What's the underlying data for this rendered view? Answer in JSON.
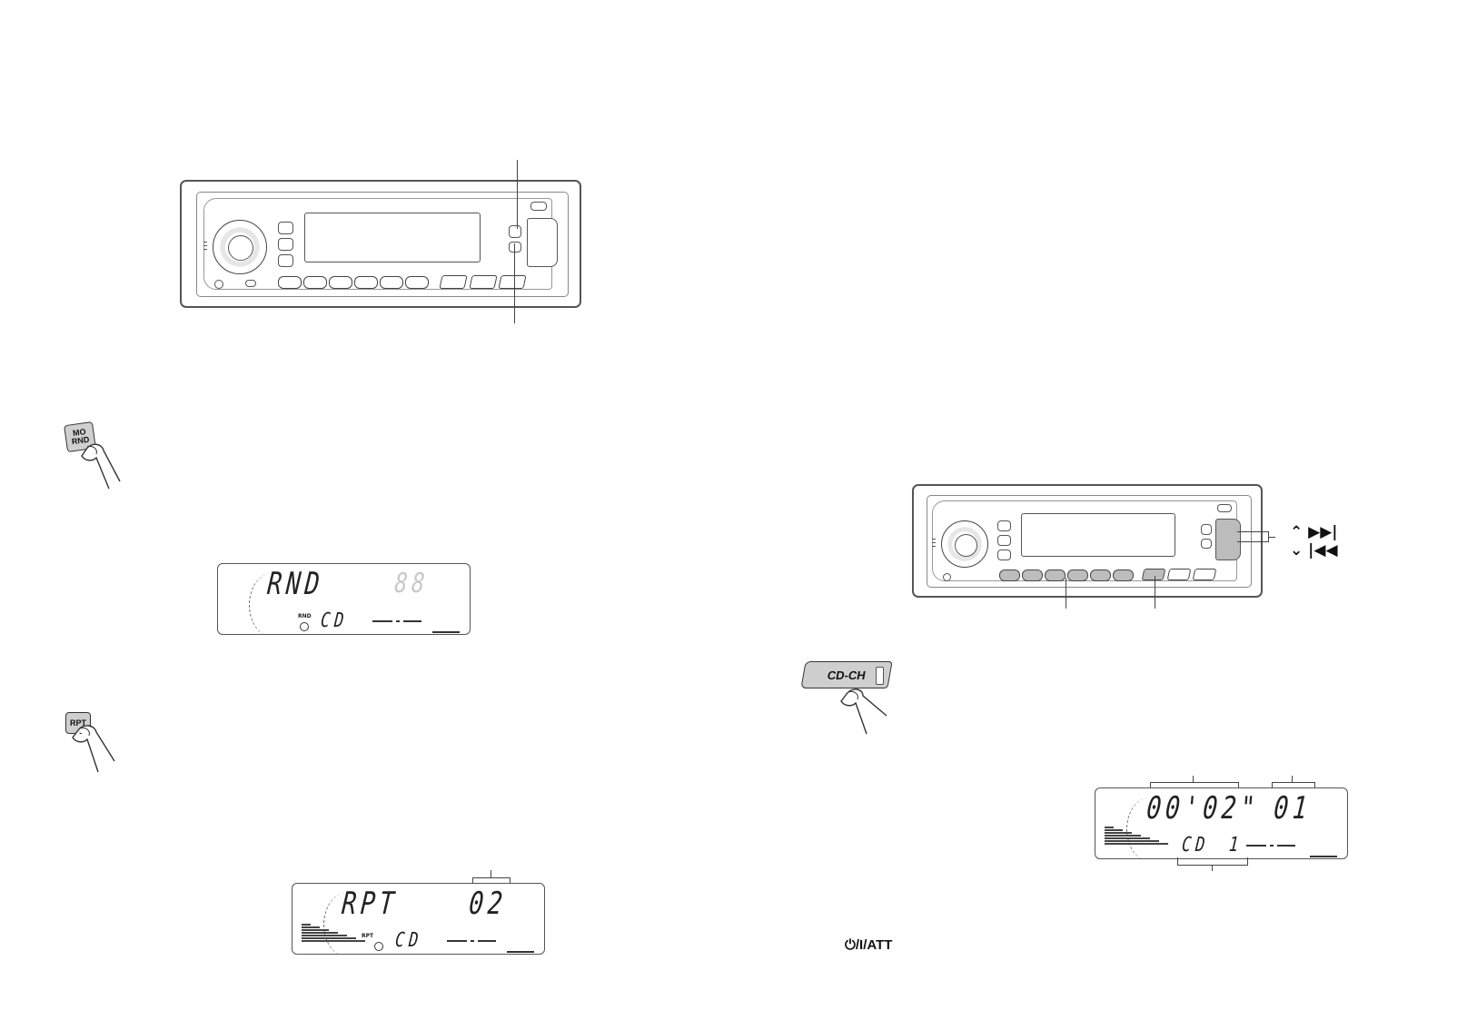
{
  "buttons": {
    "mo_rnd_top": "MO",
    "mo_rnd_bottom": "RND",
    "rpt": "RPT",
    "cd_ch": "CD-CH"
  },
  "displays": {
    "rnd": {
      "main": "RND",
      "ghost": "88",
      "tiny": "RND",
      "source": "CD"
    },
    "rpt": {
      "main": "RPT",
      "track": "02",
      "tiny": "RPT",
      "source": "CD"
    },
    "cdch": {
      "time": "00'02\"",
      "track": "01",
      "source": "CD",
      "disc": "1"
    }
  },
  "nav": {
    "up_label": "⌃ ▶▶|",
    "down_label": "⌄ |◀◀"
  },
  "att_label": "⏻/I/ATT",
  "icons": {
    "finger": "finger-press-icon",
    "knob": "volume-knob-icon",
    "disc": "disc-icon"
  }
}
